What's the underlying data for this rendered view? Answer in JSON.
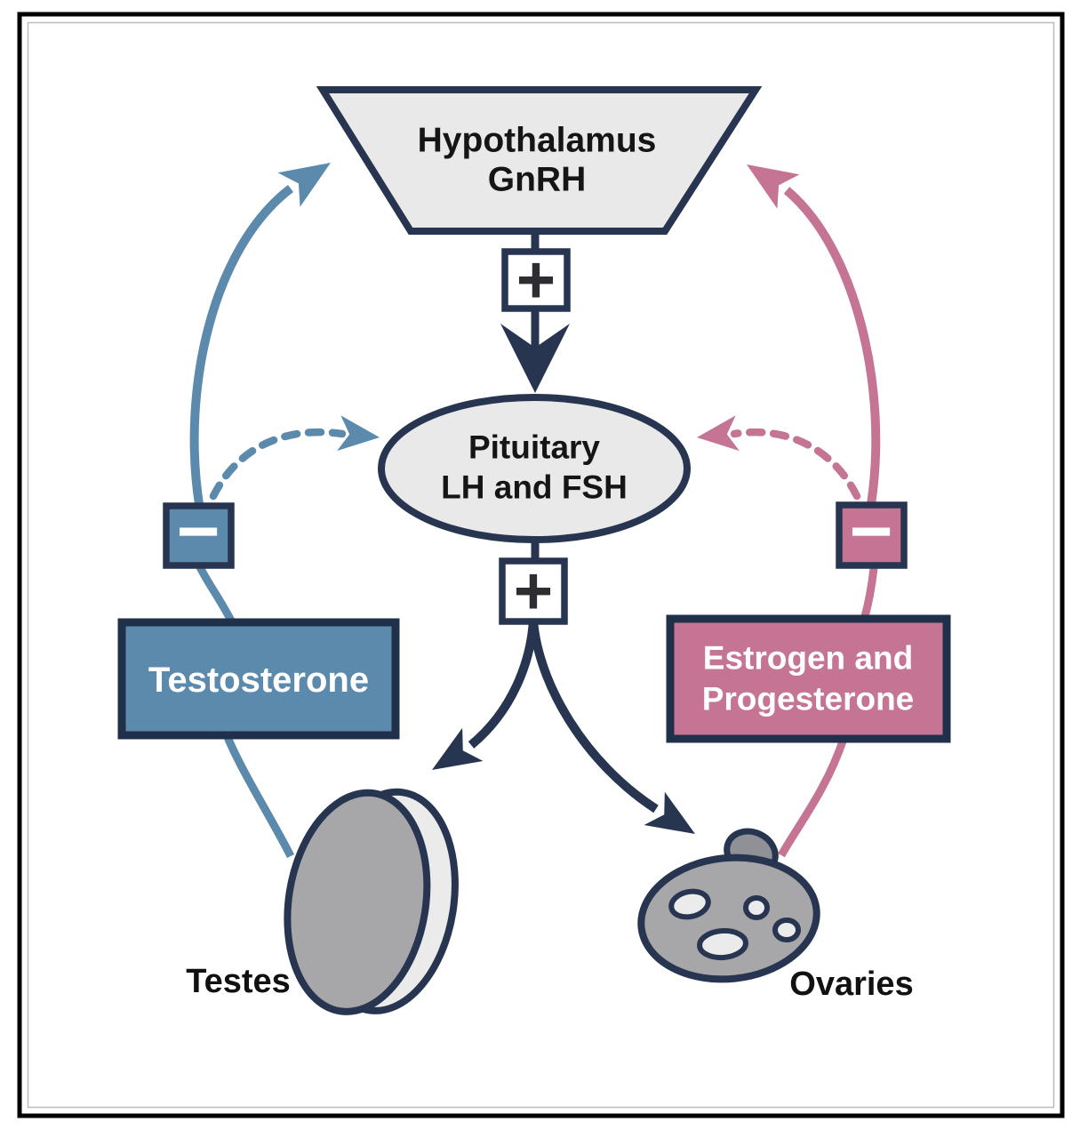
{
  "diagram": {
    "hypothalamus": {
      "line1": "Hypothalamus",
      "line2": "GnRH"
    },
    "pituitary": {
      "line1": "Pituitary",
      "line2": "LH and FSH"
    },
    "hormone_left": {
      "label": "Testosterone"
    },
    "hormone_right": {
      "line1": "Estrogen and",
      "line2": "Progesterone"
    },
    "organ_left": {
      "label": "Testes"
    },
    "organ_right": {
      "label": "Ovaries"
    },
    "signs": {
      "plus_hypothalamus_to_pituitary": "+",
      "plus_pituitary_to_gonads": "+",
      "minus_testosterone_feedback": "−",
      "minus_estrogen_feedback": "−"
    },
    "colors": {
      "navy": "#273550",
      "blue": "#5b8aac",
      "pink": "#c67494",
      "node_fill": "#e9e9ea",
      "plus_box_fill": "#ffffff",
      "plus_sign": "#2d2d32",
      "minus_sign": "#ffffff",
      "organ_fill": "#a7a7a9",
      "organ_shadow": "#8f9196",
      "organ_rim": "#ebebec",
      "follicle_fill": "#ebebec",
      "label_dark": "#151515",
      "label_light": "#ffffff",
      "frame": "#000000",
      "background": "#ffffff"
    }
  }
}
